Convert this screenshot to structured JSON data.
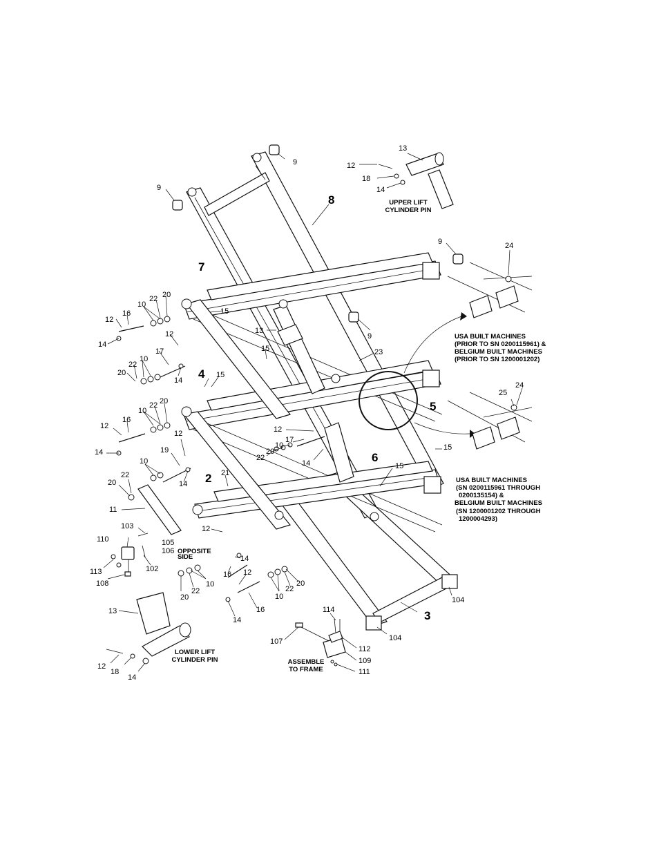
{
  "callouts": {
    "c9a": "9",
    "c9b": "9",
    "c9c": "9",
    "c9d": "9",
    "c8": "8",
    "c7": "7",
    "c4": "4",
    "c2": "2",
    "c3": "3",
    "c5": "5",
    "c6": "6",
    "c13a": "13",
    "c13b": "13",
    "c13c": "13",
    "c12a": "12",
    "c12b": "12",
    "c12c": "12",
    "c12d": "12",
    "c12e": "12",
    "c12f": "12",
    "c12g": "12",
    "c12h": "12",
    "c12i": "12",
    "c18a": "18",
    "c18b": "18",
    "c14a": "14",
    "c14b": "14",
    "c14c": "14",
    "c14d": "14",
    "c14e": "14",
    "c14f": "14",
    "c14g": "14",
    "c14h": "14",
    "c14i": "14",
    "c24a": "24",
    "c24b": "24",
    "c25": "25",
    "c10a": "10",
    "c10b": "10",
    "c10c": "10",
    "c10d": "10",
    "c10e": "10",
    "c10f": "10",
    "c10g": "10",
    "c22a": "22",
    "c22b": "22",
    "c22c": "22",
    "c22d": "22",
    "c22e": "22",
    "c22f": "22",
    "c22g": "22",
    "c20a": "20",
    "c20b": "20",
    "c20c": "20",
    "c20d": "20",
    "c20e": "20",
    "c20f": "20",
    "c20g": "20",
    "c16a": "16",
    "c16b": "16",
    "c16c": "16",
    "c16d": "16",
    "c15a": "15",
    "c15b": "15",
    "c15c": "15",
    "c15d": "15",
    "c15e": "15",
    "c17a": "17",
    "c17b": "17",
    "c19": "19",
    "c23": "23",
    "c21": "21",
    "c11": "11",
    "c103": "103",
    "c105": "105",
    "c106": "106",
    "c110": "110",
    "c102": "102",
    "c113": "113",
    "c108": "108",
    "c104a": "104",
    "c104b": "104",
    "c114": "114",
    "c107": "107",
    "c112": "112",
    "c109": "109",
    "c111": "111"
  },
  "captions": {
    "upper_pin": [
      "UPPER LIFT",
      "CYLINDER PIN"
    ],
    "lower_pin": [
      "LOWER LIFT",
      "CYLINDER PIN"
    ],
    "opposite_side": [
      "OPPOSITE",
      "SIDE"
    ],
    "assemble_frame": [
      "ASSEMBLE",
      "TO FRAME"
    ],
    "usa_prior": [
      "USA BUILT MACHINES",
      "(PRIOR TO SN 0200115961) &",
      "BELGIUM BUILT MACHINES",
      "(PRIOR TO SN 1200001202)"
    ],
    "usa_through": [
      "USA BUILT MACHINES",
      "(SN 0200115961 THROUGH",
      "0200135154) &",
      "BELGIUM BUILT MACHINES",
      "(SN 1200001202 THROUGH",
      "1200004293)"
    ]
  }
}
